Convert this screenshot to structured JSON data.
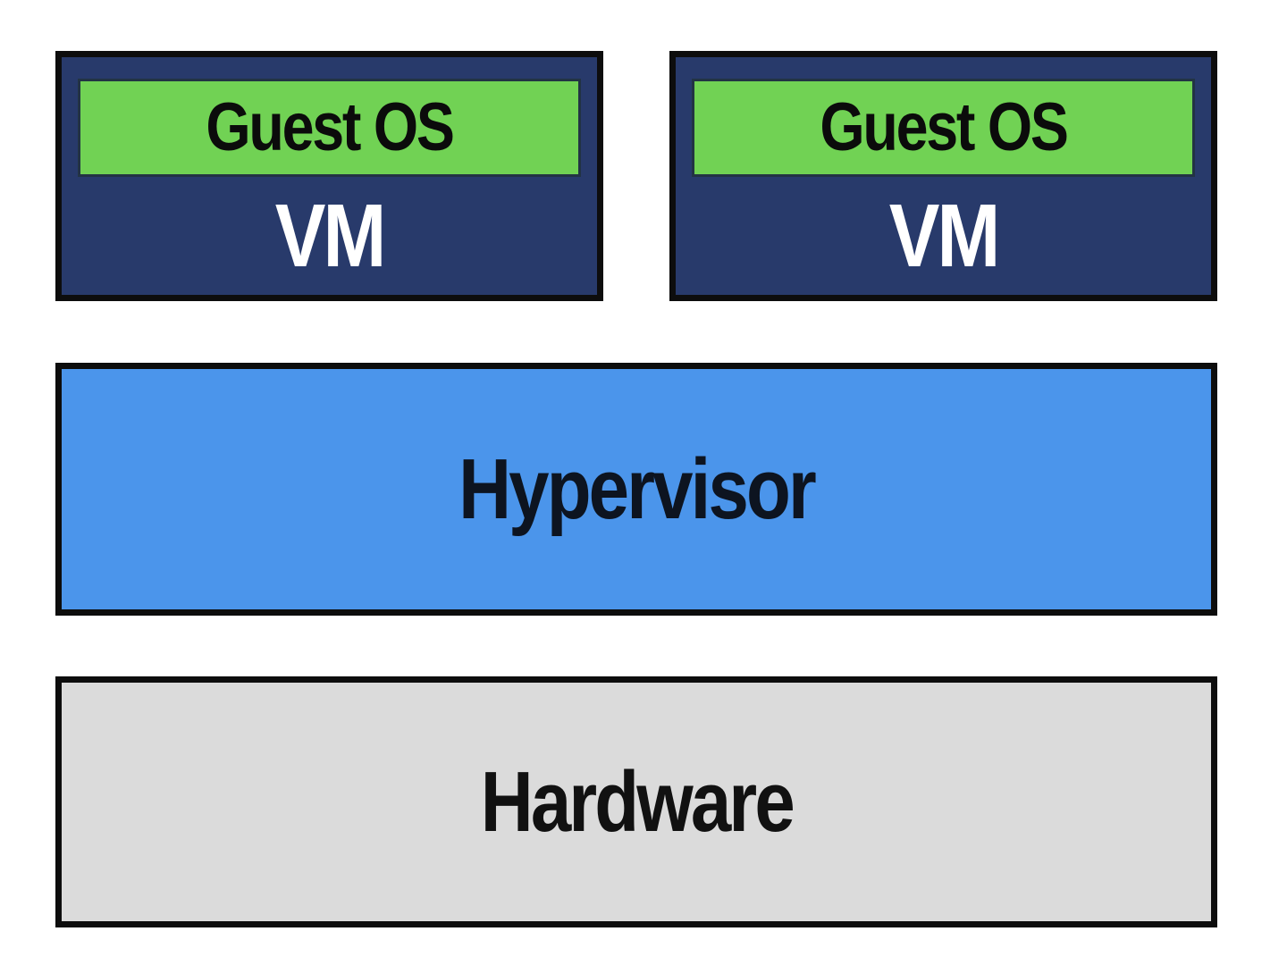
{
  "diagram_title": "virtualization-stack",
  "vms": [
    {
      "guest_os_label": "Guest OS",
      "vm_label": "VM"
    },
    {
      "guest_os_label": "Guest OS",
      "vm_label": "VM"
    }
  ],
  "layers": [
    {
      "id": "hypervisor",
      "label": "Hypervisor"
    },
    {
      "id": "hardware",
      "label": "Hardware"
    }
  ],
  "colors": {
    "background": "#ffffff",
    "border": "#0d0d0d",
    "vm_fill": "#283a6b",
    "vm_text": "#ffffff",
    "guest_os_fill": "#71d254",
    "guest_os_border": "#223344",
    "guest_os_text": "#0b0b0b",
    "hypervisor_fill": "#4b95eb",
    "hypervisor_text": "#0d1420",
    "hardware_fill": "#dbdbdb",
    "hardware_text": "#111111"
  }
}
